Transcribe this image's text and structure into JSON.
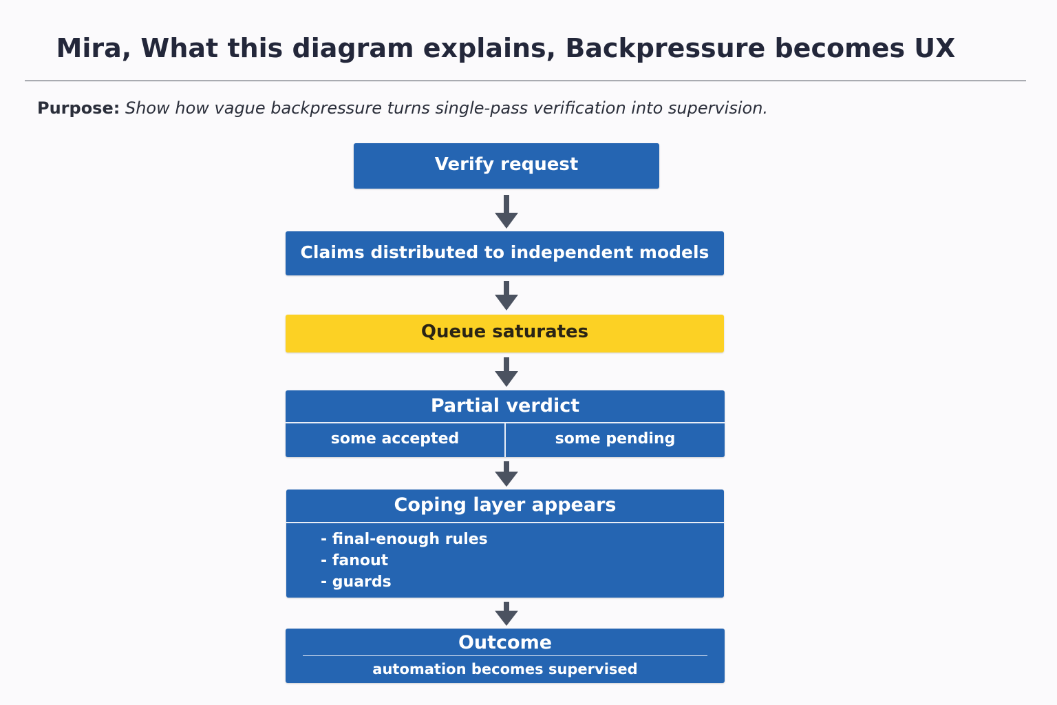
{
  "header": {
    "title": "Mira, What this diagram explains, Backpressure becomes UX",
    "purpose_label": "Purpose",
    "purpose_colon": ":",
    "purpose_text": " Show how vague backpressure turns single-pass verification into supervision."
  },
  "flow": {
    "verify": {
      "label": "Verify request"
    },
    "claims": {
      "label": "Claims distributed to independent models"
    },
    "queue": {
      "label": "Queue saturates"
    },
    "partial": {
      "label": "Partial verdict",
      "left": "some accepted",
      "right": "some pending"
    },
    "coping": {
      "label": "Coping layer appears",
      "items": [
        "- final-enough rules",
        "- fanout",
        "- guards"
      ]
    },
    "outcome": {
      "label": "Outcome",
      "sub": "automation becomes supervised"
    }
  },
  "colors": {
    "box_blue": "#2565b2",
    "highlight_yellow": "#fcd124",
    "arrow": "#4b5260"
  }
}
